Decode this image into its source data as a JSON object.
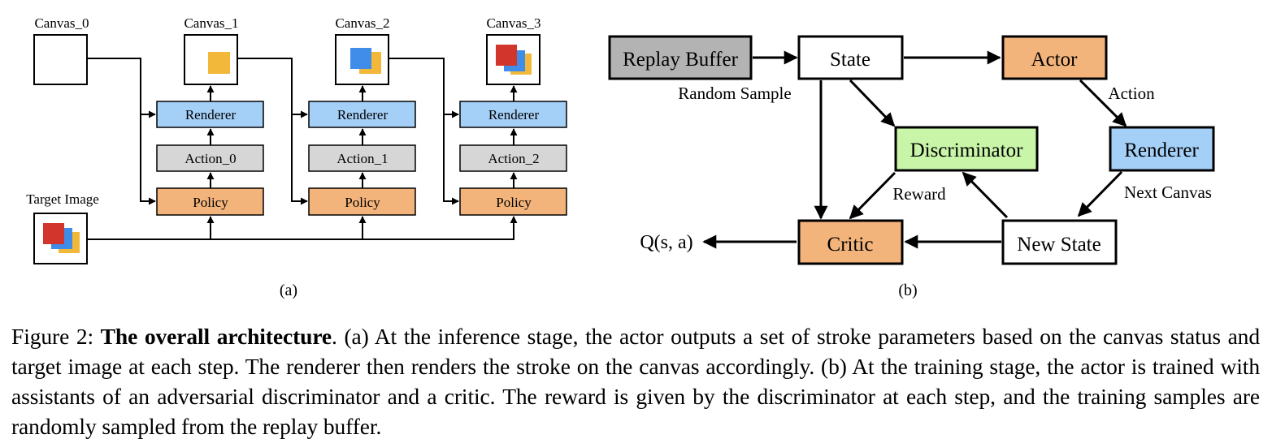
{
  "colors": {
    "renderer": "#a4cff7",
    "action": "#d6d6d6",
    "policy": "#f3b47b",
    "actor": "#f3b47b",
    "critic": "#f3b47b",
    "discriminator": "#c8f5a8",
    "replay": "#b3b3b3",
    "white": "#ffffff",
    "yellow": "#f1b83a",
    "blue": "#3f8de8",
    "red": "#d2352c"
  },
  "panel_a": {
    "canvases": [
      "Canvas_0",
      "Canvas_1",
      "Canvas_2",
      "Canvas_3"
    ],
    "target_label": "Target Image",
    "renderer_label": "Renderer",
    "actions": [
      "Action_0",
      "Action_1",
      "Action_2"
    ],
    "policy_label": "Policy",
    "panel_label": "(a)"
  },
  "panel_b": {
    "replay_buffer": "Replay Buffer",
    "state": "State",
    "actor": "Actor",
    "discriminator": "Discriminator",
    "renderer": "Renderer",
    "critic": "Critic",
    "new_state": "New State",
    "q_output": "Q(s, a)",
    "random_sample": "Random Sample",
    "action_label": "Action",
    "reward_label": "Reward",
    "next_canvas_label": "Next Canvas",
    "panel_label": "(b)"
  },
  "caption": {
    "prefix": "Figure 2: ",
    "bold": "The overall architecture",
    "text": ".  (a) At the inference stage, the actor outputs a set of stroke parameters based on the canvas status and target image at each step.  The renderer then renders the stroke on the canvas accordingly.  (b) At the training stage, the actor is trained with assistants of an adversarial discriminator and a critic.  The reward is given by the discriminator at each step, and the training samples are randomly sampled from the replay buffer."
  }
}
